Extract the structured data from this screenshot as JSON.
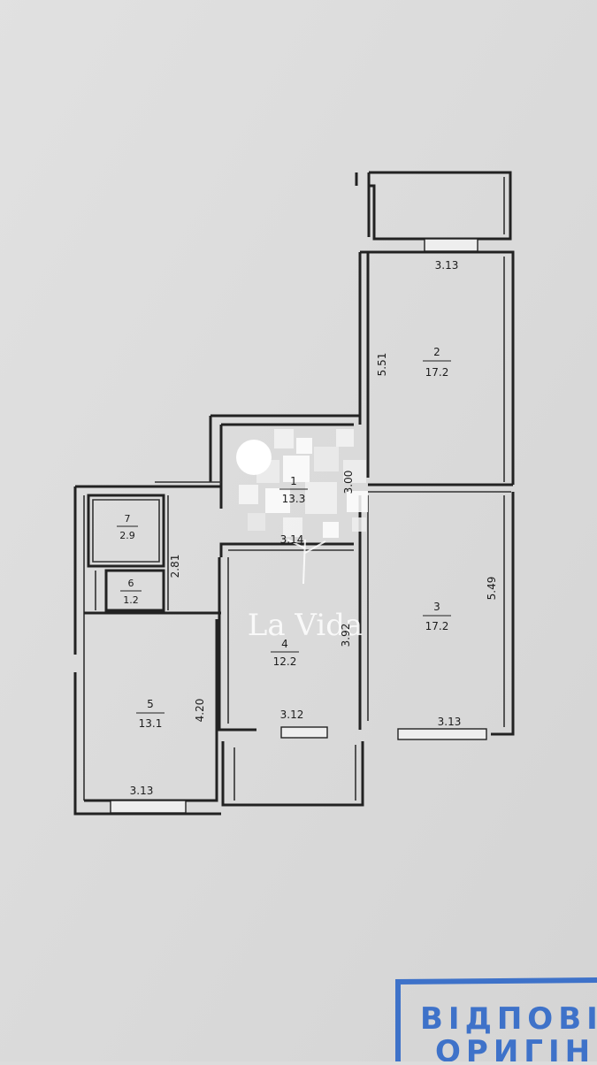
{
  "rooms": [
    {
      "id": "1",
      "number": "1",
      "area": "13.3"
    },
    {
      "id": "2",
      "number": "2",
      "area": "17.2"
    },
    {
      "id": "3",
      "number": "3",
      "area": "17.2"
    },
    {
      "id": "4",
      "number": "4",
      "area": "12.2"
    },
    {
      "id": "5",
      "number": "5",
      "area": "13.1"
    },
    {
      "id": "6",
      "number": "6",
      "area": "1.2"
    },
    {
      "id": "7",
      "number": "7",
      "area": "2.9"
    }
  ],
  "dimensions": {
    "balcony_top": "3.13",
    "room2_height": "5.51",
    "room1_right": "3.00",
    "room1_bottom": "3.14",
    "room3_height": "5.49",
    "room3_bottom": "3.13",
    "room4_height": "3.92",
    "room4_bottom": "3.12",
    "corridor_height": "2.81",
    "room5_height": "4.20",
    "room5_bottom": "3.13"
  },
  "watermark": {
    "text": "La Vida",
    "color": "#ffffff"
  },
  "stamp": {
    "line1": "ВІДПОВІ",
    "line2": "ОРИГІН",
    "color": "#3e72c9"
  },
  "colors": {
    "paper": "#dcdcdc",
    "walls": "#222222"
  }
}
